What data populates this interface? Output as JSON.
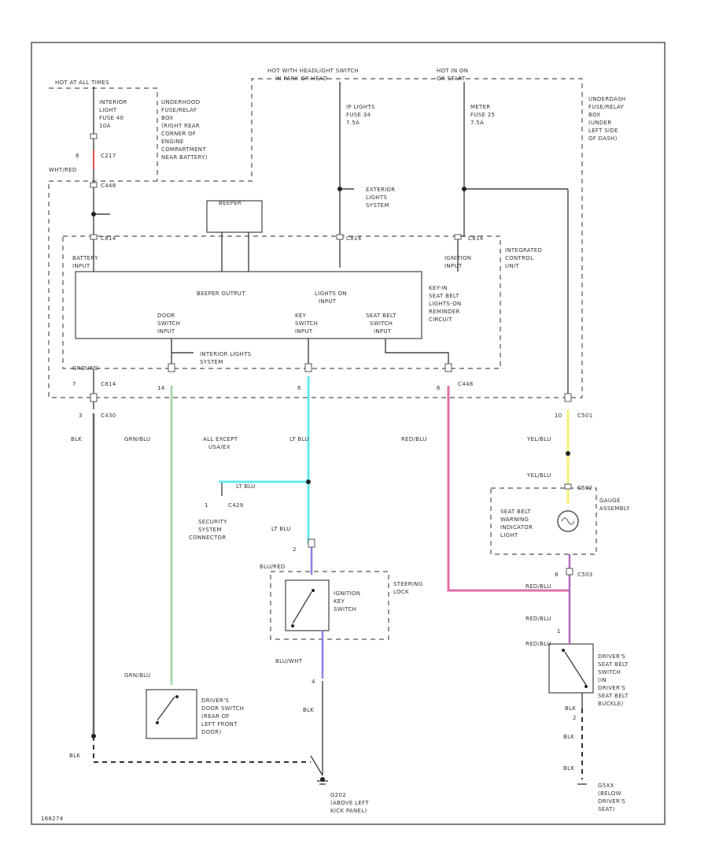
{
  "labels": {
    "hot_at_all_times": "HOT AT ALL TIMES",
    "hot_headlight": [
      "HOT WITH HEADLIGHT SWITCH",
      "IN PARK OR HEAD"
    ],
    "hot_in_on": [
      "HOT IN ON",
      "OR START"
    ],
    "interior_fuse": [
      "INTERIOR",
      "LIGHT",
      "FUSE 40",
      "10A"
    ],
    "underhood_box": [
      "UNDERHOOD",
      "FUSE/RELAY",
      "BOX",
      "(RIGHT REAR",
      "CORNER OF",
      "ENGINE",
      "COMPARTMENT",
      "NEAR BATTERY)"
    ],
    "ip_fuse": [
      "IP LIGHTS",
      "FUSE 34",
      "7.5A"
    ],
    "meter_fuse": [
      "METER",
      "FUSE 25",
      "7.5A"
    ],
    "underdash_box": [
      "UNDERDASH",
      "FUSE/RELAY",
      "BOX",
      "(UNDER",
      "LEFT SIDE",
      "OF DASH)"
    ],
    "c217_pin": "8",
    "c217": "C217",
    "hot_wired": "WHT/RED",
    "c448a": "C448",
    "beeper": "BEEPER",
    "ext_lights": [
      "EXTERIOR",
      "LIGHTS",
      "SYSTEM"
    ],
    "c814_left": "C814",
    "c814_mid": "C814",
    "c814_right": "C814",
    "icu": [
      "INTEGRATED",
      "CONTROL",
      "UNIT"
    ],
    "battery_input": [
      "BATTERY",
      "INPUT"
    ],
    "ignition_input": [
      "IGNITION",
      "INPUT"
    ],
    "beeper_output": "BEEPER OUTPUT",
    "lights_on_input": [
      "LIGHTS ON",
      "INPUT"
    ],
    "key_in_circuit": [
      "KEY-IN",
      "SEAT BELT",
      "LIGHTS-ON",
      "REMINDER",
      "CIRCUIT"
    ],
    "door_switch_input": [
      "DOOR",
      "SWITCH",
      "INPUT"
    ],
    "key_switch_input": [
      "KEY",
      "SWITCH",
      "INPUT"
    ],
    "seat_belt_switch_input": [
      "SEAT BELT",
      "SWITCH",
      "INPUT"
    ],
    "interior_lights_system": [
      "INTERIOR LIGHTS",
      "SYSTEM"
    ],
    "ground": "GROUND",
    "c814_pin": "7",
    "c814b": "C814",
    "c430_pin": "3",
    "c430": "C430",
    "pin_14": "14",
    "pin_6a": "6",
    "pin_6b": "6",
    "c448b": "C448",
    "pin_10": "10",
    "c501": "C501",
    "blk_left": "BLK",
    "grn_blu_top": "GRN/BLU",
    "lt_blu_top": "LT BLU",
    "red_blu_top": "RED/BLU",
    "yel_blu_1": "YEL/BLU",
    "yel_blu_2": "YEL/BLU",
    "all_except": [
      "ALL EXCEPT",
      "USA/EX"
    ],
    "lt_blu_mid": "LT BLU",
    "c429_pin": "1",
    "c429": "C429",
    "security_conn": [
      "SECURITY",
      "SYSTEM",
      "CONNECTOR"
    ],
    "lt_blu_low": "LT BLU",
    "pin_2": "2",
    "c_upper": "C502",
    "gauge_assembly": [
      "GAUGE",
      "ASSEMBLY"
    ],
    "seat_belt_indicator": [
      "SEAT BELT",
      "WARNING",
      "INDICATOR",
      "LIGHT"
    ],
    "pin_8": "8",
    "c503": "C503",
    "red_blu_mid": "RED/BLU",
    "red_blu_low": "RED/BLU",
    "pin_1a": "1",
    "red_blu_sw": "RED/BLU",
    "blu_red": "BLU/RED",
    "ignition_key_switch": [
      "IGNITION",
      "KEY",
      "SWITCH"
    ],
    "steering_lock": [
      "STEERING",
      "LOCK"
    ],
    "blu_wht": "BLU/WHT",
    "pin_4": "4",
    "blk_mid": "BLK",
    "grn_blu_low": "GRN/BLU",
    "drivers_door_switch": [
      "DRIVER'S",
      "DOOR SWITCH",
      "(REAR OF",
      "LEFT FRONT",
      "DOOR)"
    ],
    "drivers_belt_switch": [
      "DRIVER'S",
      "SEAT BELT",
      "SWITCH",
      "(IN",
      "DRIVER'S",
      "SEAT BELT",
      "BUCKLE)"
    ],
    "blk_r1": "BLK",
    "pin_2b": "2",
    "blk_r2": "BLK",
    "blk_r3": "BLK",
    "blk_bottom": "BLK",
    "g202": [
      "G202",
      "(ABOVE LEFT",
      "KICK PANEL)"
    ],
    "g5xx": [
      "G5XX",
      "(BELOW",
      "DRIVER'S",
      "SEAT)"
    ],
    "footer_code": "168274"
  },
  "colors": {
    "green_wire": "#a8d8b0",
    "cyan_wire": "#66e8ee",
    "pink_wire": "#e070a8",
    "yellow_wire": "#f4f07a",
    "violet_wire": "#8a80e0",
    "red_wire": "#e05050",
    "wire": "#444444",
    "text": "#333333"
  },
  "icons": [
    "lamp-icon",
    "switch-icon",
    "ground-icon",
    "fuse-icon"
  ]
}
